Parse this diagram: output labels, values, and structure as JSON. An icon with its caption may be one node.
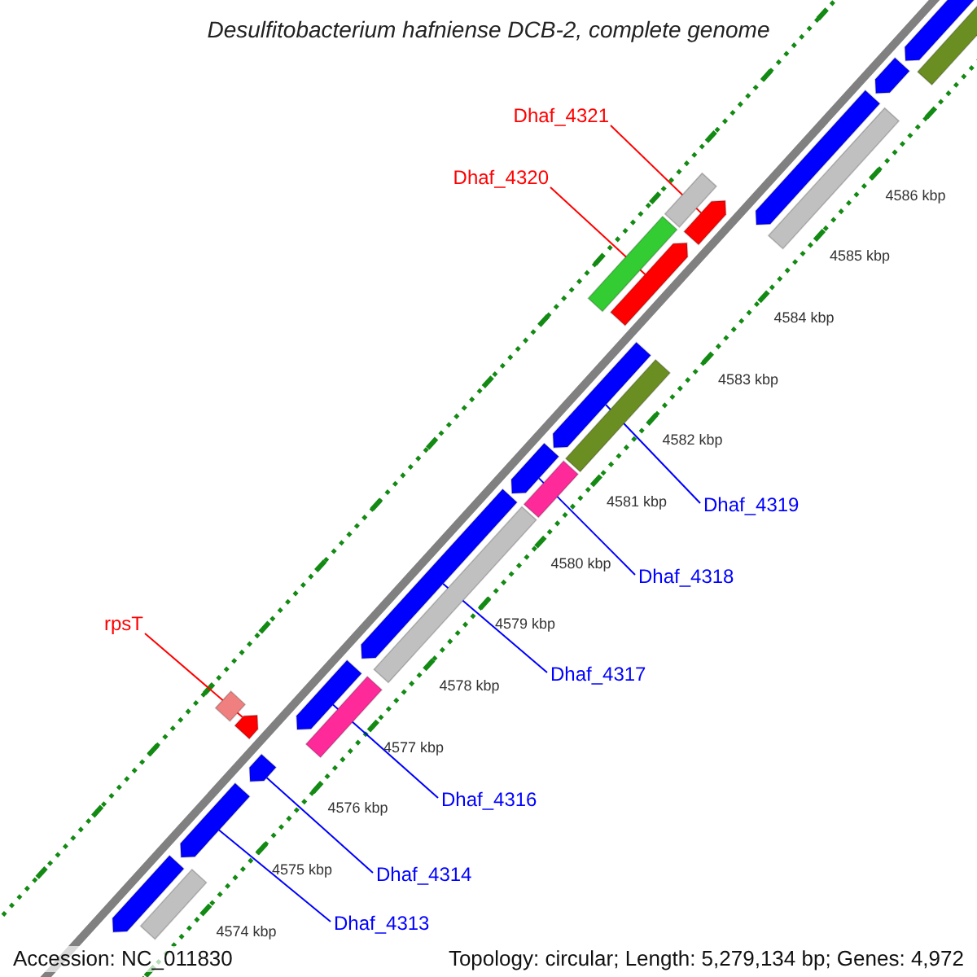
{
  "diagram": {
    "title": "Desulfitobacterium hafniense DCB-2, complete genome",
    "nodes": [
      {
        "text": [
          "Dhaf_4321"
        ]
      },
      {
        "text": [
          "Dhaf_4320"
        ]
      },
      {
        "text": [
          "rpsT"
        ]
      },
      {
        "text": [
          "Dhaf_4319"
        ]
      },
      {
        "text": [
          "Dhaf_4318"
        ]
      },
      {
        "text": [
          "Dhaf_4317"
        ]
      },
      {
        "text": [
          "Dhaf_4316"
        ]
      },
      {
        "text": [
          "Dhaf_4314"
        ]
      },
      {
        "text": [
          "Dhaf_4313"
        ]
      },
      {
        "text": [],
        "shape": "arrow"
      },
      {
        "text": [],
        "shape": "arrow"
      },
      {
        "text": [],
        "shape": "arrow"
      },
      {
        "text": [],
        "shape": "arrow"
      },
      {
        "text": [],
        "shape": "arrow"
      },
      {
        "text": [],
        "shape": "arrow"
      },
      {
        "text": [],
        "shape": "arrow"
      },
      {
        "text": [],
        "shape": "arrow"
      },
      {
        "text": [],
        "shape": "arrow"
      },
      {
        "text": [],
        "shape": "bar"
      },
      {
        "text": [],
        "shape": "bar"
      },
      {
        "text": [],
        "shape": "bar"
      },
      {
        "text": [],
        "shape": "arrow"
      },
      {
        "text": [],
        "shape": "arrow"
      },
      {
        "text": [],
        "shape": "arrow"
      },
      {
        "text": [],
        "shape": "arrow"
      },
      {
        "text": [],
        "shape": "bar"
      },
      {
        "text": [],
        "shape": "bar"
      },
      {
        "text": [],
        "shape": "bar"
      },
      {
        "text": [],
        "shape": "bar"
      },
      {
        "text": [],
        "shape": "bar"
      },
      {
        "text": [],
        "shape": "bar"
      },
      {
        "text": [],
        "shape": "bar"
      }
    ],
    "edges": [
      {
        "from": 0,
        "to": 9,
        "arrow": "none",
        "color": "#ff0000"
      },
      {
        "from": 1,
        "to": 10,
        "arrow": "none",
        "color": "#ff0000"
      },
      {
        "from": 2,
        "to": 11,
        "arrow": "none",
        "color": "#ff0000"
      },
      {
        "from": 3,
        "to": 12,
        "arrow": "none"
      },
      {
        "from": 4,
        "to": 13,
        "arrow": "none"
      },
      {
        "from": 5,
        "to": 14,
        "arrow": "none"
      },
      {
        "from": 6,
        "to": 15,
        "arrow": "none"
      },
      {
        "from": 7,
        "to": 16,
        "arrow": "none"
      },
      {
        "from": 8,
        "to": 17,
        "arrow": "none"
      }
    ],
    "labels": [
      "4586 kbp",
      "4585 kbp",
      "4584 kbp",
      "4583 kbp",
      "4582 kbp",
      "4581 kbp",
      "4580 kbp",
      "4579 kbp",
      "4578 kbp",
      "4577 kbp",
      "4576 kbp",
      "4575 kbp",
      "4574 kbp",
      "Accession: NC_011830",
      "Topology: circular; Length: 5,279,134 bp; Genes: 4,972"
    ]
  }
}
